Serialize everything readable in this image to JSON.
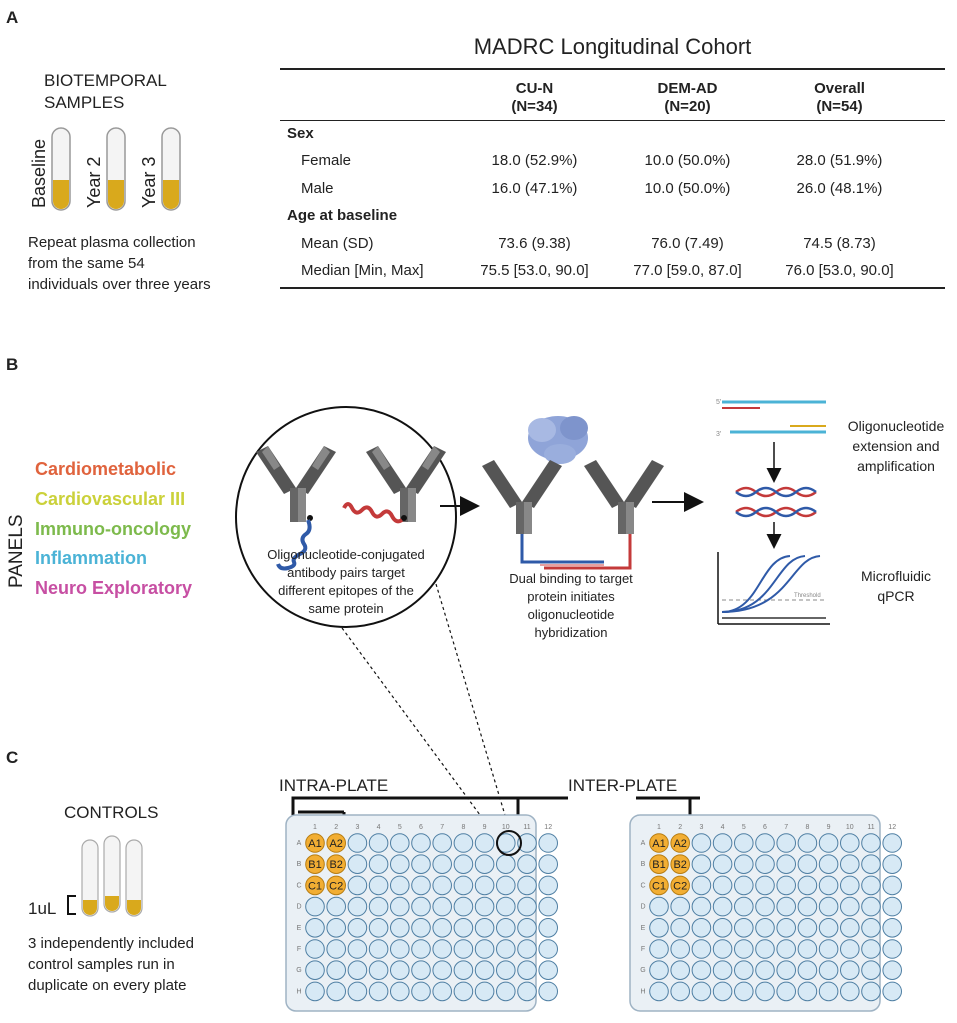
{
  "panels": {
    "a": "A",
    "b": "B",
    "c": "C"
  },
  "biotemporal": {
    "title_line1": "BIOTEMPORAL",
    "title_line2": "SAMPLES",
    "tubes": [
      "Baseline",
      "Year 2",
      "Year 3"
    ],
    "caption_lines": [
      "Repeat plasma collection",
      "from the same 54",
      "individuals over three years"
    ]
  },
  "table": {
    "title": "MADRC Longitudinal Cohort",
    "columns": [
      {
        "name": "CU-N",
        "n": "(N=34)"
      },
      {
        "name": "DEM-AD",
        "n": "(N=20)"
      },
      {
        "name": "Overall",
        "n": "(N=54)"
      }
    ],
    "sections": [
      {
        "label": "Sex",
        "rows": [
          {
            "label": "Female",
            "values": [
              "18.0 (52.9%)",
              "10.0 (50.0%)",
              "28.0 (51.9%)"
            ]
          },
          {
            "label": "Male",
            "values": [
              "16.0 (47.1%)",
              "10.0 (50.0%)",
              "26.0 (48.1%)"
            ]
          }
        ]
      },
      {
        "label": "Age at baseline",
        "rows": [
          {
            "label": "Mean (SD)",
            "values": [
              "73.6 (9.38)",
              "76.0 (7.49)",
              "74.5 (8.73)"
            ]
          },
          {
            "label": "Median [Min, Max]",
            "values": [
              "75.5 [53.0, 90.0]",
              "77.0 [59.0, 87.0]",
              "76.0 [53.0, 90.0]"
            ]
          }
        ]
      }
    ]
  },
  "panels_list": {
    "heading": "PANELS",
    "items": [
      {
        "label": "Cardiometabolic",
        "color": "#e0633d"
      },
      {
        "label": "Cardiovascular III",
        "color": "#cbd13a"
      },
      {
        "label": "Immuno-oncology",
        "color": "#7dba4c"
      },
      {
        "label": "Inflammation",
        "color": "#4bb3d6"
      },
      {
        "label": "Neuro Exploratory",
        "color": "#c74fa3"
      }
    ]
  },
  "workflow": {
    "circle_caption": [
      "Oligonucleotide-conjugated",
      "antibody pairs target",
      "different epitopes of the",
      "same protein"
    ],
    "binding_caption": [
      "Dual binding to target",
      "protein initiates",
      "oligonucleotide",
      "hybridization"
    ],
    "extension_caption": [
      "Oligonucleotide",
      "extension and",
      "amplification"
    ],
    "qpcr_caption": [
      "Microfluidic",
      "qPCR"
    ],
    "threshold_label": "Threshold"
  },
  "controls": {
    "title": "CONTROLS",
    "volume": "1uL",
    "caption_lines": [
      "3 independently included",
      "control samples run in",
      "duplicate on every plate"
    ],
    "intra_label": "INTRA-PLATE",
    "inter_label": "INTER-PLATE",
    "row_letters": [
      "A",
      "B",
      "C",
      "D",
      "E",
      "F",
      "G",
      "H"
    ],
    "col_numbers": [
      "1",
      "2",
      "3",
      "4",
      "5",
      "6",
      "7",
      "8",
      "9",
      "10",
      "11",
      "12"
    ],
    "control_wells": [
      [
        "A1",
        "A2"
      ],
      [
        "B1",
        "B2"
      ],
      [
        "C1",
        "C2"
      ]
    ]
  },
  "colors": {
    "well_fill": "#d7e9f5",
    "well_stroke": "#4f7fa3",
    "control_fill": "#f2ae33",
    "plate_fill": "#eaf0f5",
    "tube_liquid": "#d9a91c",
    "red_strand": "#c43a3a",
    "blue_strand": "#2f5aa8",
    "protein": "#8fa4d8"
  }
}
